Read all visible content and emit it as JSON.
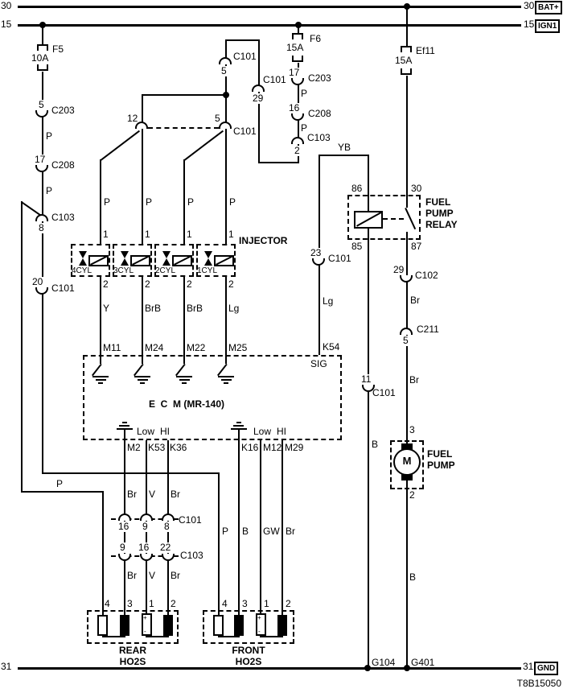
{
  "title_code": "T8B15050",
  "bus": {
    "b30": "30",
    "b15": "15",
    "b31": "31",
    "bat": "BAT+",
    "ign": "IGN1",
    "gnd": "GND"
  },
  "fuse": {
    "f5": "F5",
    "f5a": "10A",
    "f6": "F6",
    "f6a": "15A",
    "ef11": "Ef11",
    "ef11a": "15A"
  },
  "wire": {
    "p": "P",
    "y": "Y",
    "brb": "BrB",
    "lg": "Lg",
    "yb": "YB",
    "br": "Br",
    "b": "B",
    "v": "V",
    "gw": "GW"
  },
  "conn": {
    "c203": "C203",
    "c208": "C208",
    "c101": "C101",
    "c102": "C102",
    "c103": "C103",
    "c211": "C211",
    "p5": "5",
    "p17": "17",
    "p8": "8",
    "p20": "20",
    "p16": "16",
    "p2": "2",
    "p29": "29",
    "p12": "12",
    "p23": "23",
    "p11": "11",
    "row_c101": [
      "16",
      "9",
      "8"
    ],
    "row_c103": [
      "9",
      "16",
      "22"
    ]
  },
  "injector": {
    "title": "INJECTOR",
    "cyls": [
      "4CYL",
      "3CYL",
      "2CYL",
      "1CYL"
    ],
    "pin_top": "1",
    "pin_bottom": "2"
  },
  "ecm": {
    "title": "E  C  M (MR-140)",
    "pins_top": [
      "M11",
      "M24",
      "M22",
      "M25"
    ],
    "k54": "K54",
    "sig": "SIG",
    "low": "Low",
    "hi": "HI",
    "pins_bottom_left": [
      "M2",
      "K53",
      "K36"
    ],
    "pins_bottom_right": [
      "K16",
      "M12",
      "M29"
    ]
  },
  "relay": {
    "l1": "FUEL",
    "l2": "PUMP",
    "l3": "RELAY",
    "p86": "86",
    "p30": "30",
    "p85": "85",
    "p87": "87"
  },
  "pump": {
    "l1": "FUEL",
    "l2": "PUMP",
    "m": "M",
    "p3": "3",
    "p2": "2"
  },
  "ho2s": {
    "rear1": "REAR",
    "rear2": "HO2S",
    "front1": "FRONT",
    "front2": "HO2S",
    "p4": "4",
    "p3": "3",
    "p1": "1",
    "p2": "2",
    "plus": "+",
    "minus": "-"
  },
  "ground": {
    "g104": "G104",
    "g401": "G401"
  }
}
